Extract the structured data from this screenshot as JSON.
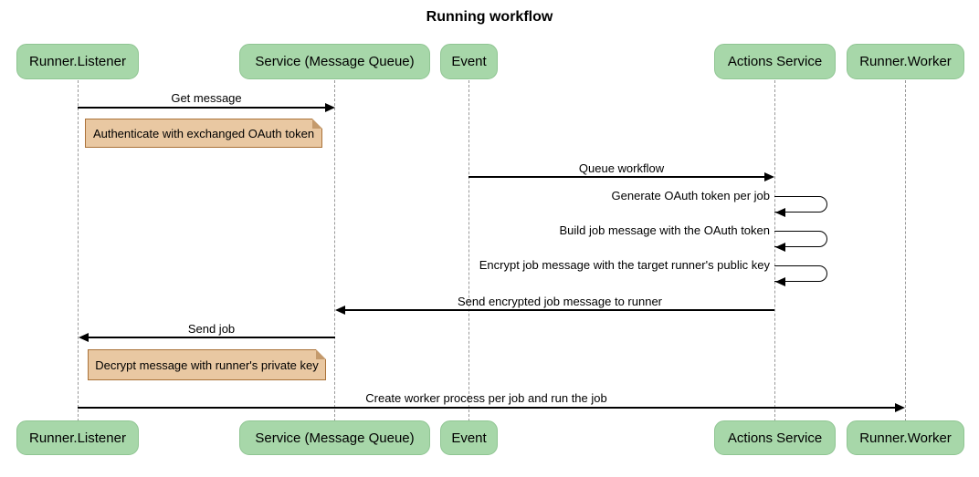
{
  "title": "Running workflow",
  "colors": {
    "actor_fill": "#a7d7a9",
    "actor_border": "#8fc592",
    "note_fill": "#e9c8a2",
    "note_border": "#aa7239",
    "note_fold": "#c49a6c",
    "lifeline": "#999999",
    "arrow": "#000000",
    "text": "#000000",
    "bg": "#ffffff"
  },
  "participants": [
    {
      "label": "Runner.Listener"
    },
    {
      "label": "Service (Message Queue)"
    },
    {
      "label": "Event"
    },
    {
      "label": "Actions Service"
    },
    {
      "label": "Runner.Worker"
    }
  ],
  "messages": [
    {
      "label": "Get message",
      "from": "Runner.Listener",
      "to": "Service (Message Queue)"
    },
    {
      "label": "Queue workflow",
      "from": "Event",
      "to": "Actions Service"
    },
    {
      "label": "Generate OAuth token per job",
      "from": "Actions Service",
      "to": "Actions Service",
      "self": true
    },
    {
      "label": "Build job message with the OAuth token",
      "from": "Actions Service",
      "to": "Actions Service",
      "self": true
    },
    {
      "label": "Encrypt job message with the target runner's public key",
      "from": "Actions Service",
      "to": "Actions Service",
      "self": true
    },
    {
      "label": "Send encrypted job message to runner",
      "from": "Actions Service",
      "to": "Service (Message Queue)"
    },
    {
      "label": "Send job",
      "from": "Service (Message Queue)",
      "to": "Runner.Listener"
    },
    {
      "label": "Create worker process per job and run the job",
      "from": "Runner.Listener",
      "to": "Runner.Worker"
    }
  ],
  "notes": [
    {
      "label": "Authenticate with exchanged OAuth token",
      "over": "Runner.Listener"
    },
    {
      "label": "Decrypt message with runner's private key",
      "over": "Runner.Listener"
    }
  ]
}
